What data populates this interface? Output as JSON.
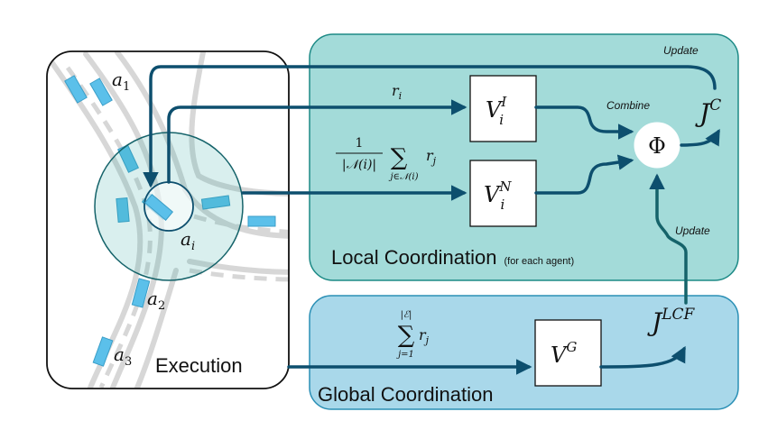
{
  "diagram": {
    "panels": {
      "execution": "Execution",
      "local": "Local Coordination",
      "local_note": "(for each agent)",
      "global": "Global Coordination"
    },
    "agents": {
      "a1": {
        "base": "a",
        "sub": "1"
      },
      "a2": {
        "base": "a",
        "sub": "2"
      },
      "a3": {
        "base": "a",
        "sub": "3"
      },
      "ai": {
        "base": "a",
        "sub": "i"
      }
    },
    "nodes": {
      "vi_I": {
        "base": "V",
        "sup": "I",
        "sub": "i"
      },
      "vi_N": {
        "base": "V",
        "sup": "N",
        "sub": "i"
      },
      "vg": {
        "base": "V",
        "sup": "G"
      },
      "phi": "Φ",
      "jc": {
        "base": "J",
        "sup": "C"
      },
      "jlcf": {
        "base": "J",
        "sup": "LCF"
      }
    },
    "edge_labels": {
      "update_top": "Update",
      "update_right": "Update",
      "combine": "Combine"
    },
    "formulas": {
      "ri": {
        "base": "r",
        "sub": "i"
      },
      "local_frac_num": "1",
      "local_frac_den": "|𝒩(i)|",
      "local_sum": "∑",
      "local_sum_sub": "j∈𝒩(i)",
      "local_rj": {
        "base": "r",
        "sub": "j"
      },
      "global_sum": "∑",
      "global_sum_sup": "|ℰ|",
      "global_sum_sub": "j=1",
      "global_rj": {
        "base": "r",
        "sub": "j"
      }
    },
    "colors": {
      "local_fill": "#57bdb9",
      "local_stroke": "#1d8a86",
      "global_fill": "#a9d8ea",
      "global_stroke": "#2a8fb5",
      "arrow": "#0d4f6e",
      "car": "#5bc0ea"
    }
  }
}
